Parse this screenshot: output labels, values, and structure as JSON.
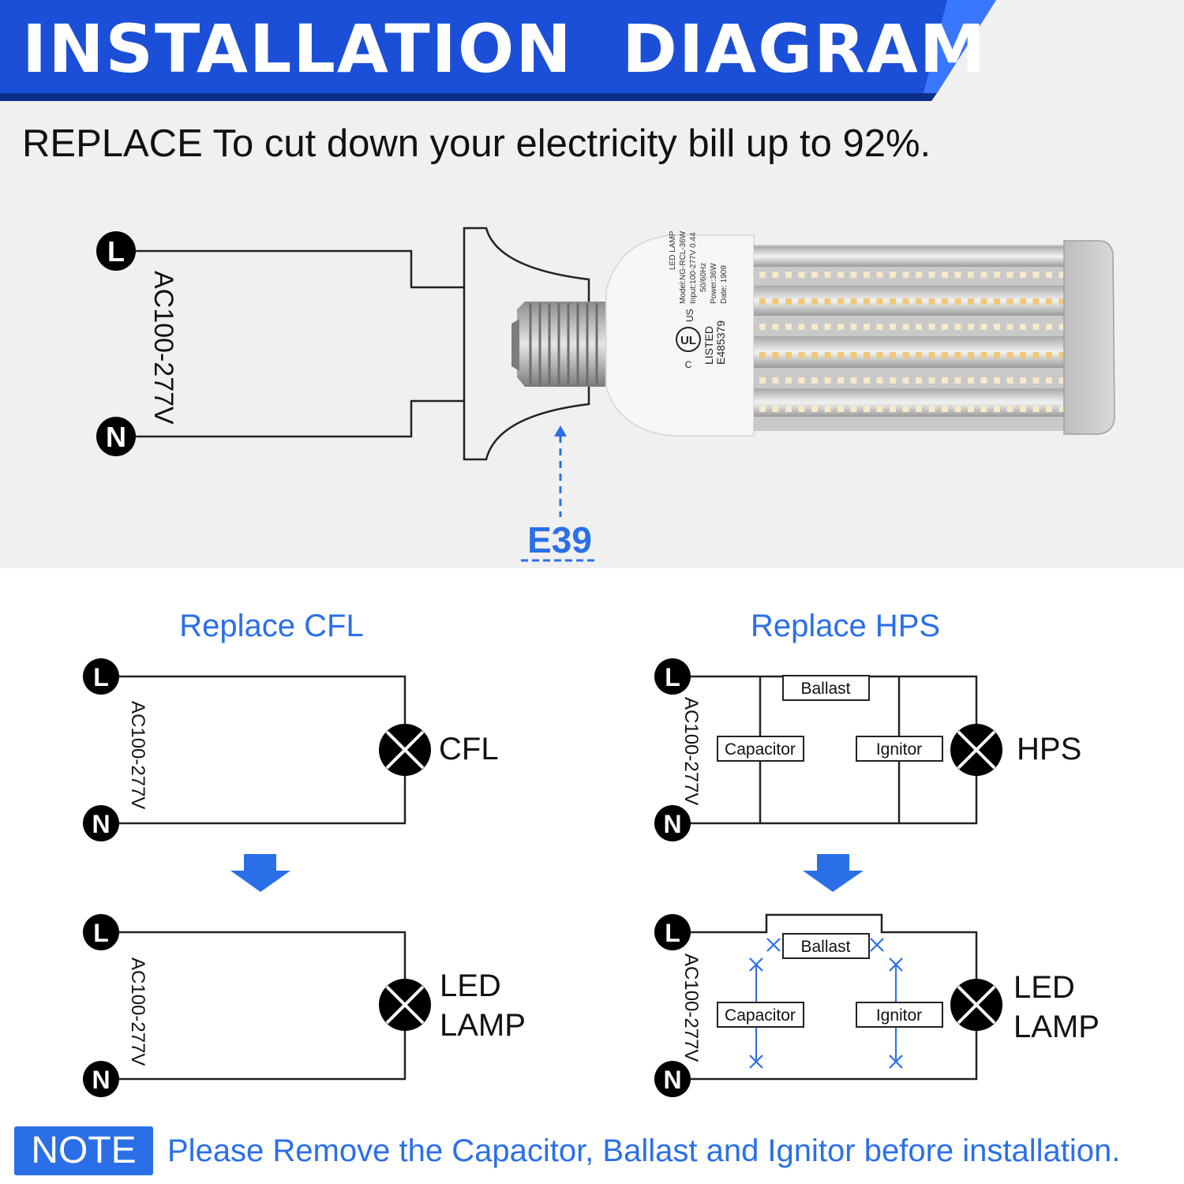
{
  "header": {
    "title": "INSTALLATION  DIAGRAM",
    "subtitle": "REPLACE To cut down your electricity bill up to 92%."
  },
  "top_diagram": {
    "terminal_l": "L",
    "terminal_n": "N",
    "voltage": "AC100-277V",
    "base_label": "E39",
    "lamp_label_text": "LED LAMP Model:NG-RCL-36W Input:100-277V 0.44 Hz 50/60Hz Power:36W Date: 1909",
    "ul_mark": "UL",
    "ul_c": "C",
    "ul_us": "US",
    "listed": "LISTED",
    "listing_number": "E485379"
  },
  "cfl_section": {
    "heading": "Replace CFL",
    "before": {
      "terminal_l": "L",
      "terminal_n": "N",
      "voltage": "AC100-277V",
      "lamp_label": "CFL"
    },
    "after": {
      "terminal_l": "L",
      "terminal_n": "N",
      "voltage": "AC100-277V",
      "lamp_label_line1": "LED",
      "lamp_label_line2": "LAMP"
    }
  },
  "hps_section": {
    "heading": "Replace HPS",
    "before": {
      "terminal_l": "L",
      "terminal_n": "N",
      "voltage": "AC100-277V",
      "ballast": "Ballast",
      "capacitor": "Capacitor",
      "ignitor": "Ignitor",
      "lamp_label": "HPS"
    },
    "after": {
      "terminal_l": "L",
      "terminal_n": "N",
      "voltage": "AC100-277V",
      "ballast": "Ballast",
      "capacitor": "Capacitor",
      "ignitor": "Ignitor",
      "lamp_label_line1": "LED",
      "lamp_label_line2": "LAMP"
    }
  },
  "note": {
    "badge": "NOTE",
    "text": "Please Remove the Capacitor, Ballast and Ignitor before installation."
  },
  "colors": {
    "accent_blue": "#2a6fe8",
    "banner_blue": "#1b4fd8",
    "banner_stripe": "#3877ff",
    "banner_dark": "#0c2f8a",
    "line": "#222222"
  }
}
